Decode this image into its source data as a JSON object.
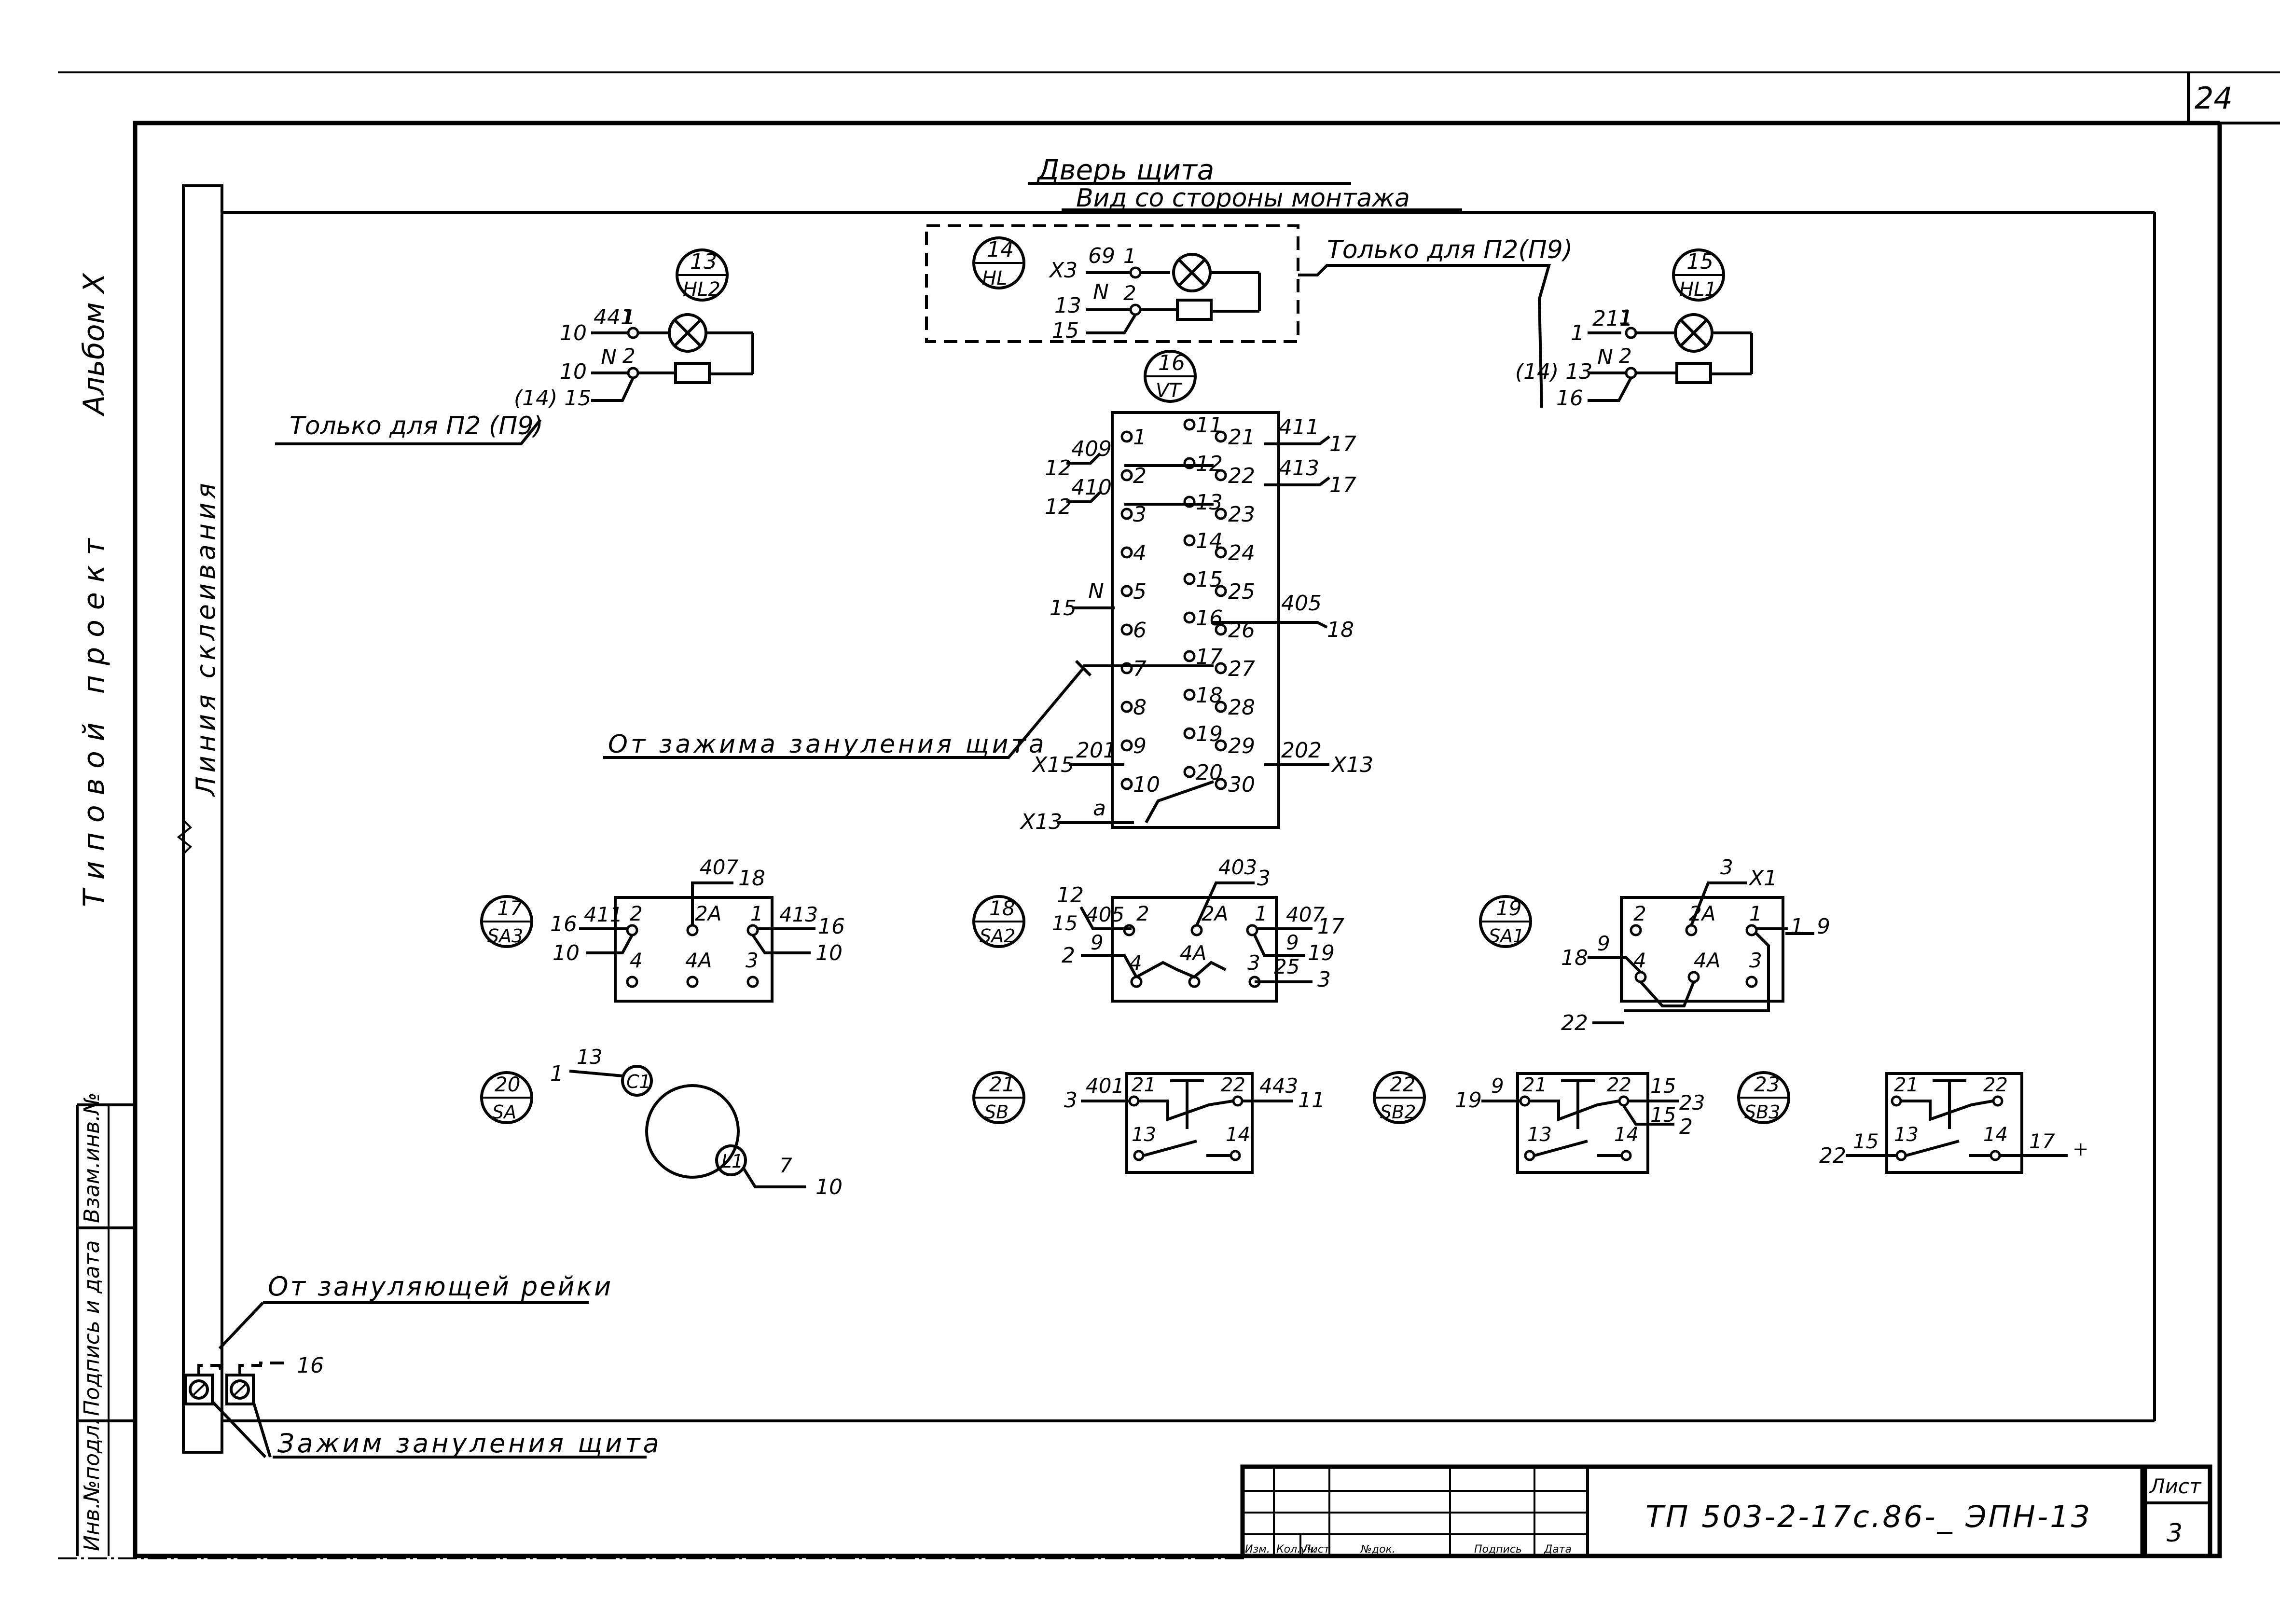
{
  "sheet_corner_number": "24",
  "side_stamp": {
    "album": "Альбом Х",
    "project_type": "Типовой проект",
    "glue_line": "Линия склеивания",
    "columns": [
      "Инв.№подл.",
      "Подпись и дата",
      "Взам.инв.№"
    ]
  },
  "title": {
    "line1": "Дверь щита",
    "line2": "Вид со стороны монтажа"
  },
  "notes": {
    "only_p2_right": "Только для П2(П9)",
    "only_p2_left": "Только для П2 (П9)",
    "from_panel_grounding_clamp": "От зажима зануления щита",
    "from_grounding_rail": "От зануляющей рейки",
    "panel_grounding_clamp": "Зажим зануления щита"
  },
  "devices": {
    "hl2": {
      "num": "13",
      "code": "HL2",
      "wires": [
        "441",
        "N"
      ],
      "terms": [
        "1",
        "2"
      ],
      "dest": [
        "10",
        "10",
        "(14) 15"
      ]
    },
    "hl": {
      "num": "14",
      "code": "HL",
      "wires": [
        "69",
        "N"
      ],
      "terms": [
        "1",
        "2"
      ],
      "dest": [
        "X3",
        "13",
        "15"
      ]
    },
    "hl1": {
      "num": "15",
      "code": "HL1",
      "wires": [
        "211",
        "N"
      ],
      "terms": [
        "1",
        "2"
      ],
      "dest": [
        "1",
        "(14) 13",
        "16"
      ]
    },
    "vt": {
      "num": "16",
      "code": "VT",
      "col1": [
        "1",
        "2",
        "3",
        "4",
        "5",
        "6",
        "7",
        "8",
        "9",
        "10"
      ],
      "col2": [
        "11",
        "12",
        "13",
        "14",
        "15",
        "16",
        "17",
        "18",
        "19",
        "20"
      ],
      "col3": [
        "21",
        "22",
        "23",
        "24",
        "25",
        "26",
        "27",
        "28",
        "29",
        "30"
      ],
      "left_wires": [
        "409",
        "410",
        "N",
        "201",
        "a"
      ],
      "left_dest": [
        "12",
        "12",
        "15",
        "X15",
        "X13"
      ],
      "right_wires": [
        "411",
        "413",
        "405",
        "202"
      ],
      "right_dest": [
        "17",
        "17",
        "18",
        "X13"
      ]
    },
    "sa3": {
      "num": "17",
      "code": "SA3",
      "top": [
        "2",
        "2A",
        "1"
      ],
      "bottom": [
        "4",
        "4A",
        "3"
      ],
      "wires": [
        "411",
        "407",
        "413"
      ],
      "dest": [
        "16",
        "10",
        "18",
        "16",
        "10"
      ]
    },
    "sa2": {
      "num": "18",
      "code": "SA2",
      "top": [
        "2",
        "2A",
        "1"
      ],
      "bottom": [
        "4",
        "4A",
        "3"
      ],
      "wires": [
        "405",
        "403",
        "407",
        "9",
        "9",
        "25"
      ],
      "dest": [
        "12",
        "15",
        "2",
        "3",
        "17",
        "19",
        "3"
      ]
    },
    "sa1": {
      "num": "19",
      "code": "SA1",
      "top": [
        "2",
        "2A",
        "1"
      ],
      "bottom": [
        "4",
        "4A",
        "3"
      ],
      "wires": [
        "3",
        "9"
      ],
      "dest": [
        "X1",
        "1",
        "9",
        "18",
        "22"
      ]
    },
    "sa": {
      "num": "20",
      "code": "SA",
      "terms": [
        "C1",
        "L1"
      ],
      "wires": [
        "13",
        "7"
      ],
      "dest": [
        "1",
        "10"
      ]
    },
    "sb": {
      "num": "21",
      "code": "SB",
      "terms": [
        "21",
        "22",
        "13",
        "14"
      ],
      "wires": [
        "401",
        "443"
      ],
      "dest": [
        "3",
        "11"
      ]
    },
    "sb2": {
      "num": "22",
      "code": "SB2",
      "terms": [
        "21",
        "22",
        "13",
        "14"
      ],
      "wires": [
        "9",
        "15",
        "15"
      ],
      "dest": [
        "19",
        "23",
        "2"
      ]
    },
    "sb3": {
      "num": "23",
      "code": "SB3",
      "terms": [
        "21",
        "22",
        "13",
        "14"
      ],
      "wires": [
        "15",
        "17"
      ],
      "dest": [
        "22",
        "+"
      ]
    }
  },
  "clamp_wire": "16",
  "title_block": {
    "designation": "ТП 503-2-17с.86-_ ЭПН-13",
    "sheet_label": "Лист",
    "sheet_number": "3",
    "cols": [
      "Изм.",
      "Кол.уч.",
      "Лист",
      "№док.",
      "Подпись",
      "Дата"
    ]
  }
}
